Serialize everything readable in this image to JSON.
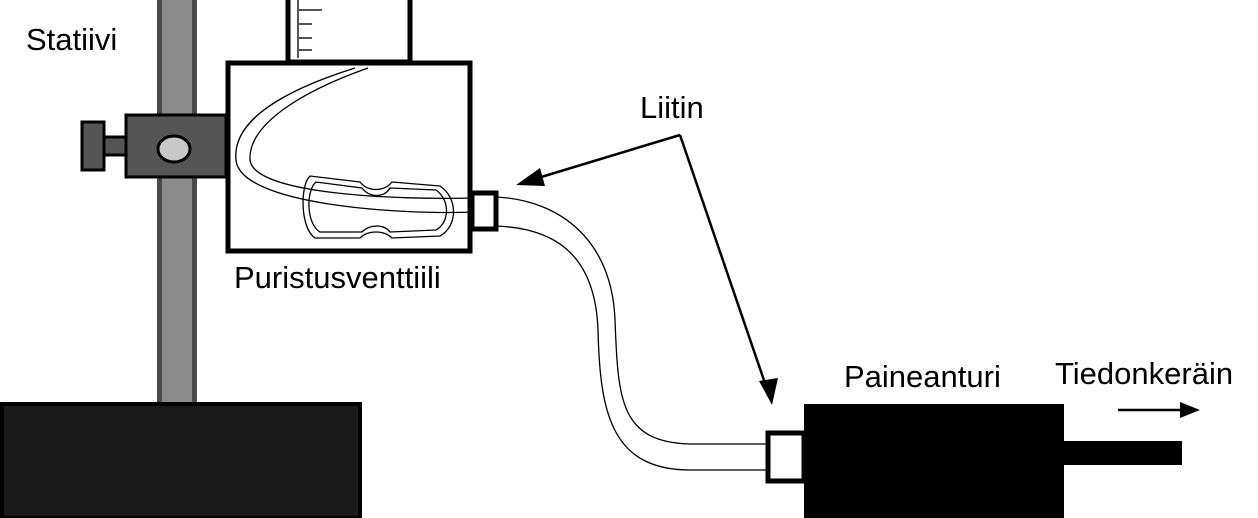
{
  "labels": {
    "stand": "Statiivi",
    "connector": "Liitin",
    "pinch_valve": "Puristusventtiili",
    "pressure_sensor": "Paineanturi",
    "data_logger": "Tiedonkeräin"
  },
  "colors": {
    "stand_rod": "#8a8a8a",
    "stand_rod_dark": "#5a5a5a",
    "clamp": "#555555",
    "base": "#1a1a1a",
    "sensor": "#000000",
    "outline": "#000000"
  }
}
